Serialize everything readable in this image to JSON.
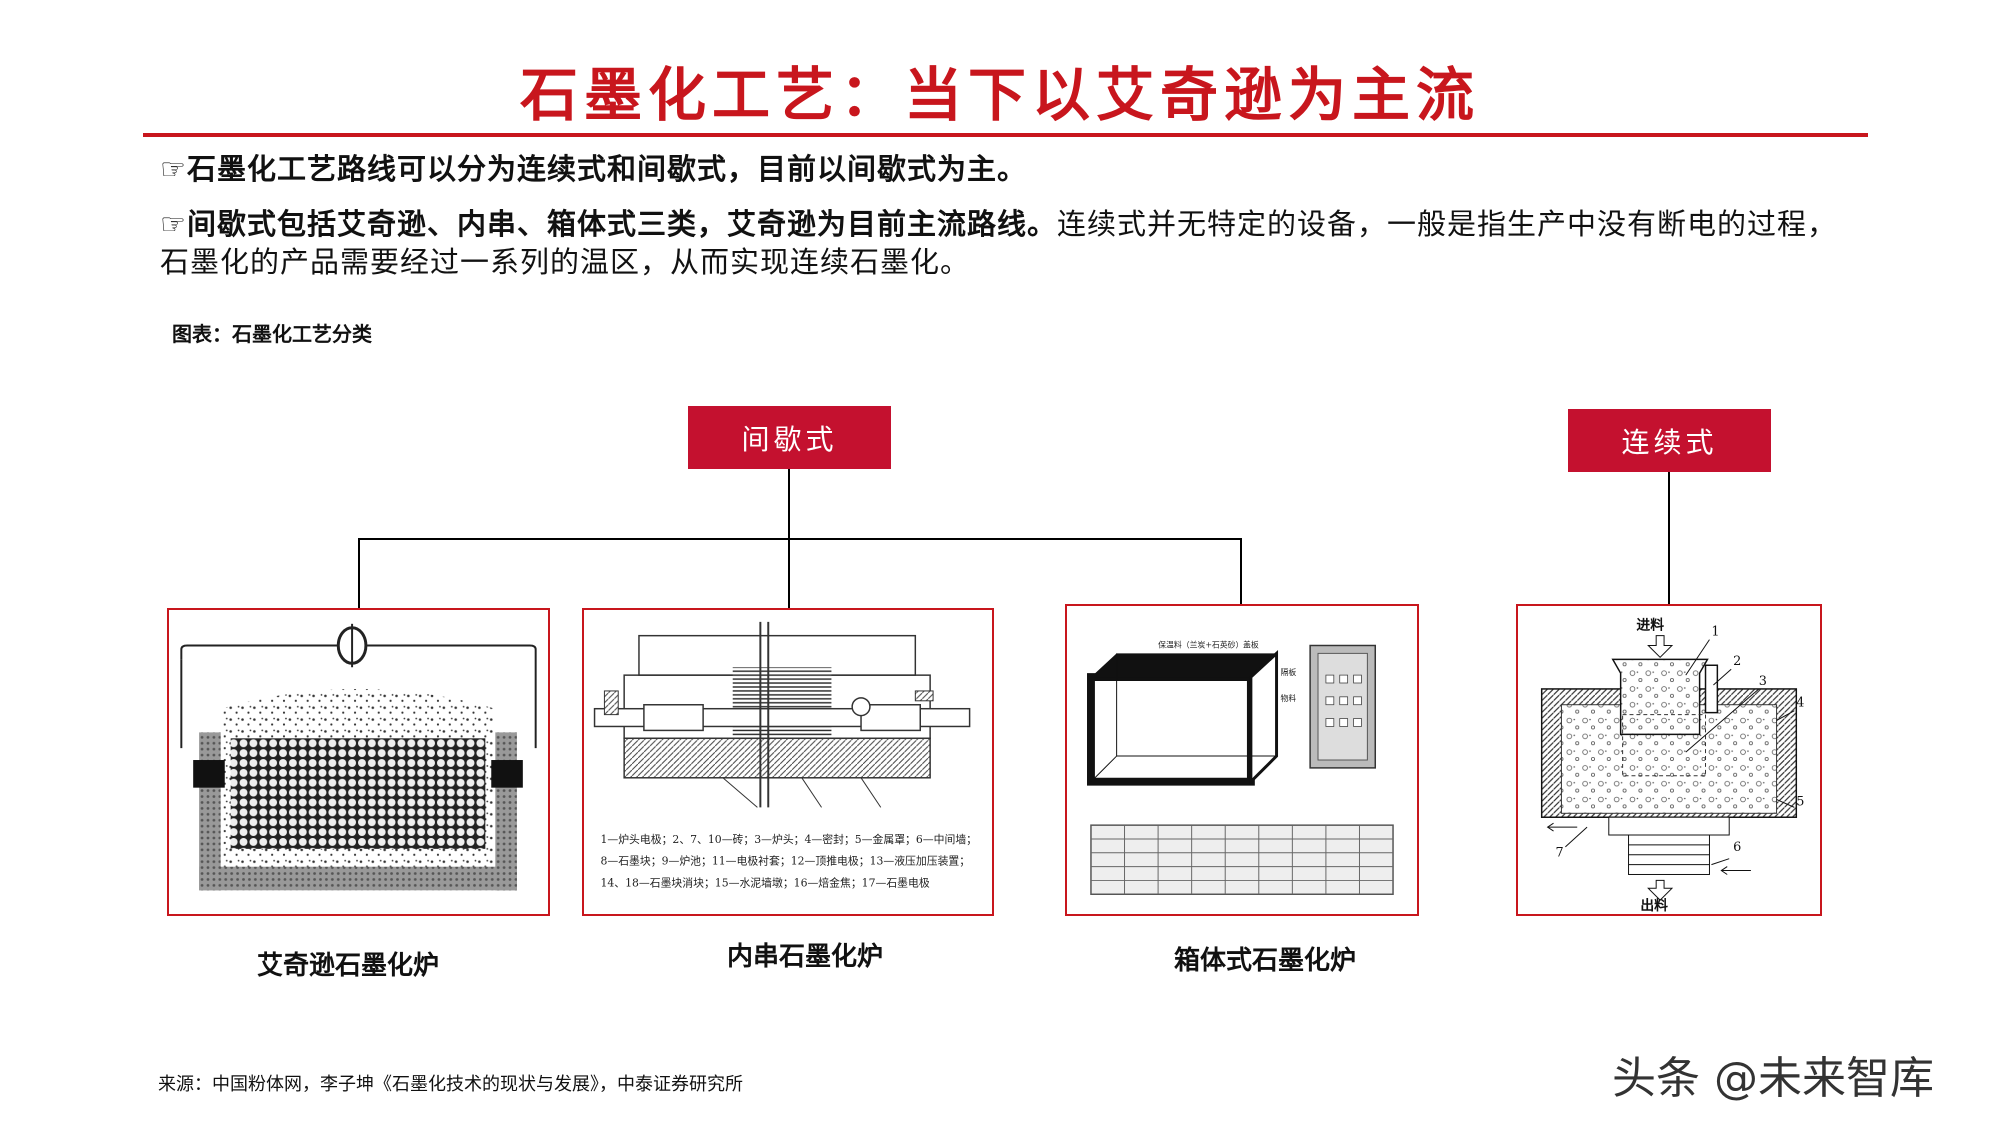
{
  "title": "石墨化工艺：当下以艾奇逊为主流",
  "bullets": {
    "b1_icon": "☞",
    "b1_text": "石墨化工艺路线可以分为连续式和间歇式，目前以间歇式为主。",
    "b2_icon": "☞",
    "b2_bold": "间歇式包括艾奇逊、内串、箱体式三类，艾奇逊为目前主流路线。",
    "b2_rest": "连续式并无特定的设备，一般是指生产中没有断电的过程，石墨化的产品需要经过一系列的温区，从而实现连续石墨化。"
  },
  "figure_caption": "图表：石墨化工艺分类",
  "categories": {
    "intermittent": "间歇式",
    "continuous": "连续式"
  },
  "panels": {
    "acheson_label": "艾奇逊石墨化炉",
    "inner_series_label": "内串石墨化炉",
    "box_label": "箱体式石墨化炉"
  },
  "inner_series_legend": {
    "line1": "1—炉头电极；2、7、10—砖；3—炉头；4—密封；5—金属罩；6—中间墙；",
    "line2": "8—石墨块；9—炉池；11—电极衬套；12—顶推电极；13—液压加压装置；",
    "line3": "14、18—石墨块消块；15—水泥墙墩；16—焙金焦；17—石墨电极"
  },
  "box_labels": {
    "label_a": "保温料（兰炭+石英砂）",
    "label_b": "盖板",
    "label_c": "隔板",
    "label_d": "物料"
  },
  "continuous_labels": {
    "in": "进料",
    "out": "出料",
    "n1": "1",
    "n2": "2",
    "n3": "3",
    "n4": "4",
    "n5": "5",
    "n6": "6",
    "n7": "7"
  },
  "source": "来源：中国粉体网，李子坤《石墨化技术的现状与发展》，中泰证券研究所",
  "watermark": "头条 @未来智库",
  "colors": {
    "accent_red": "#c8161d",
    "category_box": "#c4112f"
  }
}
